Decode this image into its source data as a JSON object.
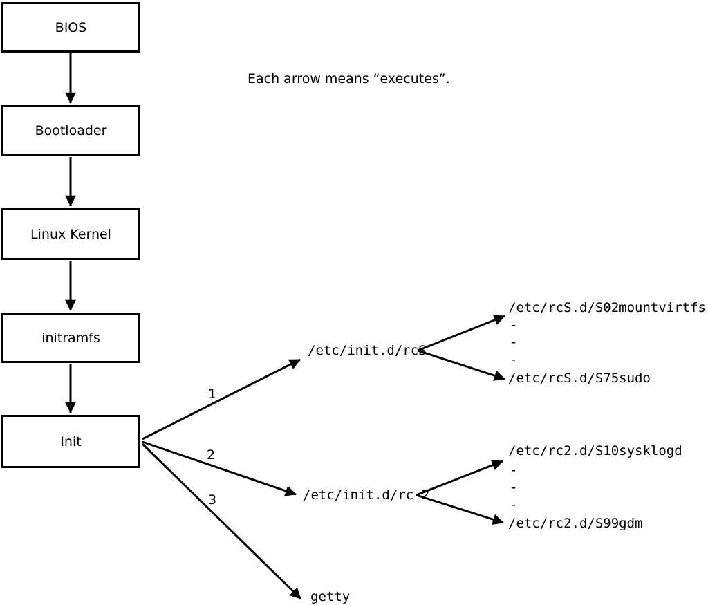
{
  "caption": "Each arrow means “executes”.",
  "colors": {
    "line": "#000000",
    "background": "#ffffff",
    "box_fill": "#ffffff"
  },
  "boot_chain": {
    "boxes": [
      {
        "label": "BIOS"
      },
      {
        "label": "Bootloader"
      },
      {
        "label": "Linux Kernel"
      },
      {
        "label": "initramfs"
      },
      {
        "label": "Init"
      }
    ]
  },
  "init_branches": [
    {
      "order": "1",
      "target": "/etc/init.d/rcS",
      "children": [
        "/etc/rcS.d/S02mountvirtfs",
        "-",
        "-",
        "-",
        "/etc/rcS.d/S75sudo"
      ]
    },
    {
      "order": "2",
      "target": "/etc/init.d/rc 2",
      "children": [
        "/etc/rc2.d/S10sysklogd",
        "-",
        "-",
        "-",
        "/etc/rc2.d/S99gdm"
      ]
    },
    {
      "order": "3",
      "target": "getty"
    }
  ]
}
